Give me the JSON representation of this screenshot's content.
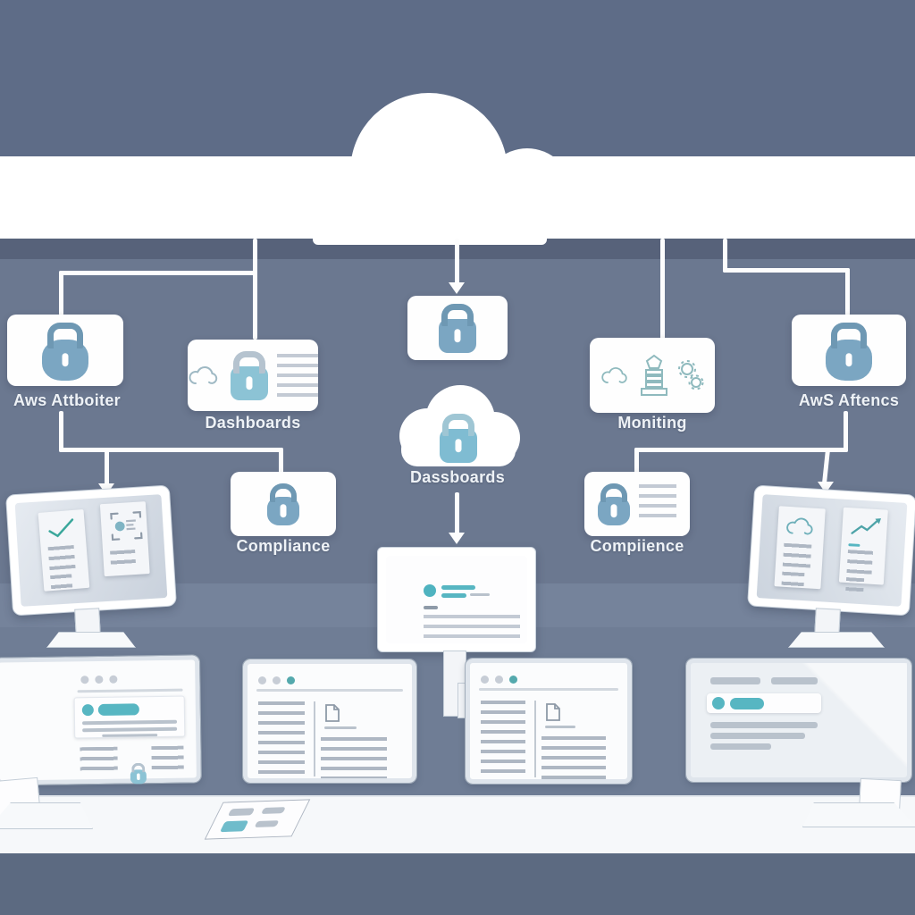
{
  "nodes": {
    "aws_attboiter": {
      "label": "Aws Attboiter",
      "icon": "lock-icon"
    },
    "dashboards": {
      "label": "Dashboards",
      "icons": [
        "cloud-outline-icon",
        "lock-icon",
        "text-lines"
      ]
    },
    "central_gateway": {
      "label": "",
      "icon": "lock-icon"
    },
    "dassboards_cloud": {
      "label": "Dassboards",
      "icon": "cloud-lock-icon"
    },
    "moniting": {
      "label": "Moniting",
      "icons": [
        "cloud-outline-icon",
        "stack-icon",
        "gears-icon"
      ]
    },
    "aws_aftencs": {
      "label": "AwS Aftencs",
      "icon": "lock-icon"
    },
    "compliance": {
      "label": "Compliance",
      "icon": "lock-icon"
    },
    "compiience": {
      "label": "Compiience",
      "icons": [
        "lock-icon",
        "text-lines"
      ]
    }
  },
  "colors": {
    "background_top": "#5e6c87",
    "background_main": "#6b7890",
    "dark_strip": "#57627a",
    "white_band": "#ffffff",
    "desk_band": "#f6f8fa",
    "bottom_band": "#5c6a81",
    "connector": "#fdfdfd",
    "lock_blue": "#7ba6c2",
    "lock_teal": "#8cc3d5",
    "teal_accent": "#57b6c2",
    "line_gray": "#c3cad4"
  }
}
